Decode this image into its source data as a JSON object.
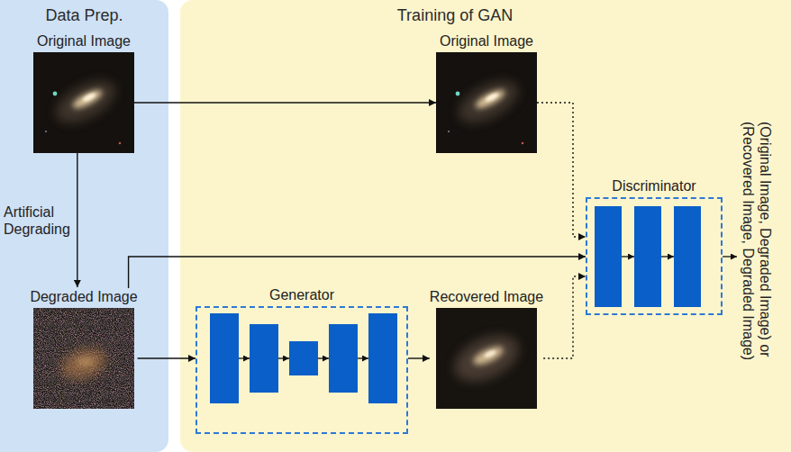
{
  "diagram": {
    "nodes": [
      {
        "text": [
          "Data Prep."
        ]
      },
      {
        "text": [
          "Training of GAN"
        ]
      },
      {
        "text": [
          "Original Image"
        ],
        "in": 0
      },
      {
        "text": [
          "Degraded Image"
        ],
        "in": 0
      },
      {
        "text": [
          "Generator"
        ],
        "in": 1
      },
      {
        "text": [
          "Recovered Image"
        ],
        "in": 1
      },
      {
        "text": [
          "Original Image"
        ],
        "in": 1
      },
      {
        "text": [
          "Discriminator"
        ],
        "in": 1
      }
    ],
    "edges": [
      {
        "from": 2,
        "to": 3,
        "arrow": "to",
        "label": "Artificial Degrading"
      },
      {
        "from": 2,
        "to": 6,
        "arrow": "to"
      },
      {
        "from": 3,
        "to": 7,
        "arrow": "to"
      },
      {
        "from": 3,
        "to": 4,
        "arrow": "to"
      },
      {
        "from": 4,
        "to": 5,
        "arrow": "to"
      },
      {
        "from": 6,
        "to": 7,
        "arrow": "to"
      },
      {
        "from": 5,
        "to": 7,
        "arrow": "to"
      }
    ],
    "labels": [
      "(Original Image, Degraded Image) or (Recovered Image, Degraded Image)"
    ]
  }
}
